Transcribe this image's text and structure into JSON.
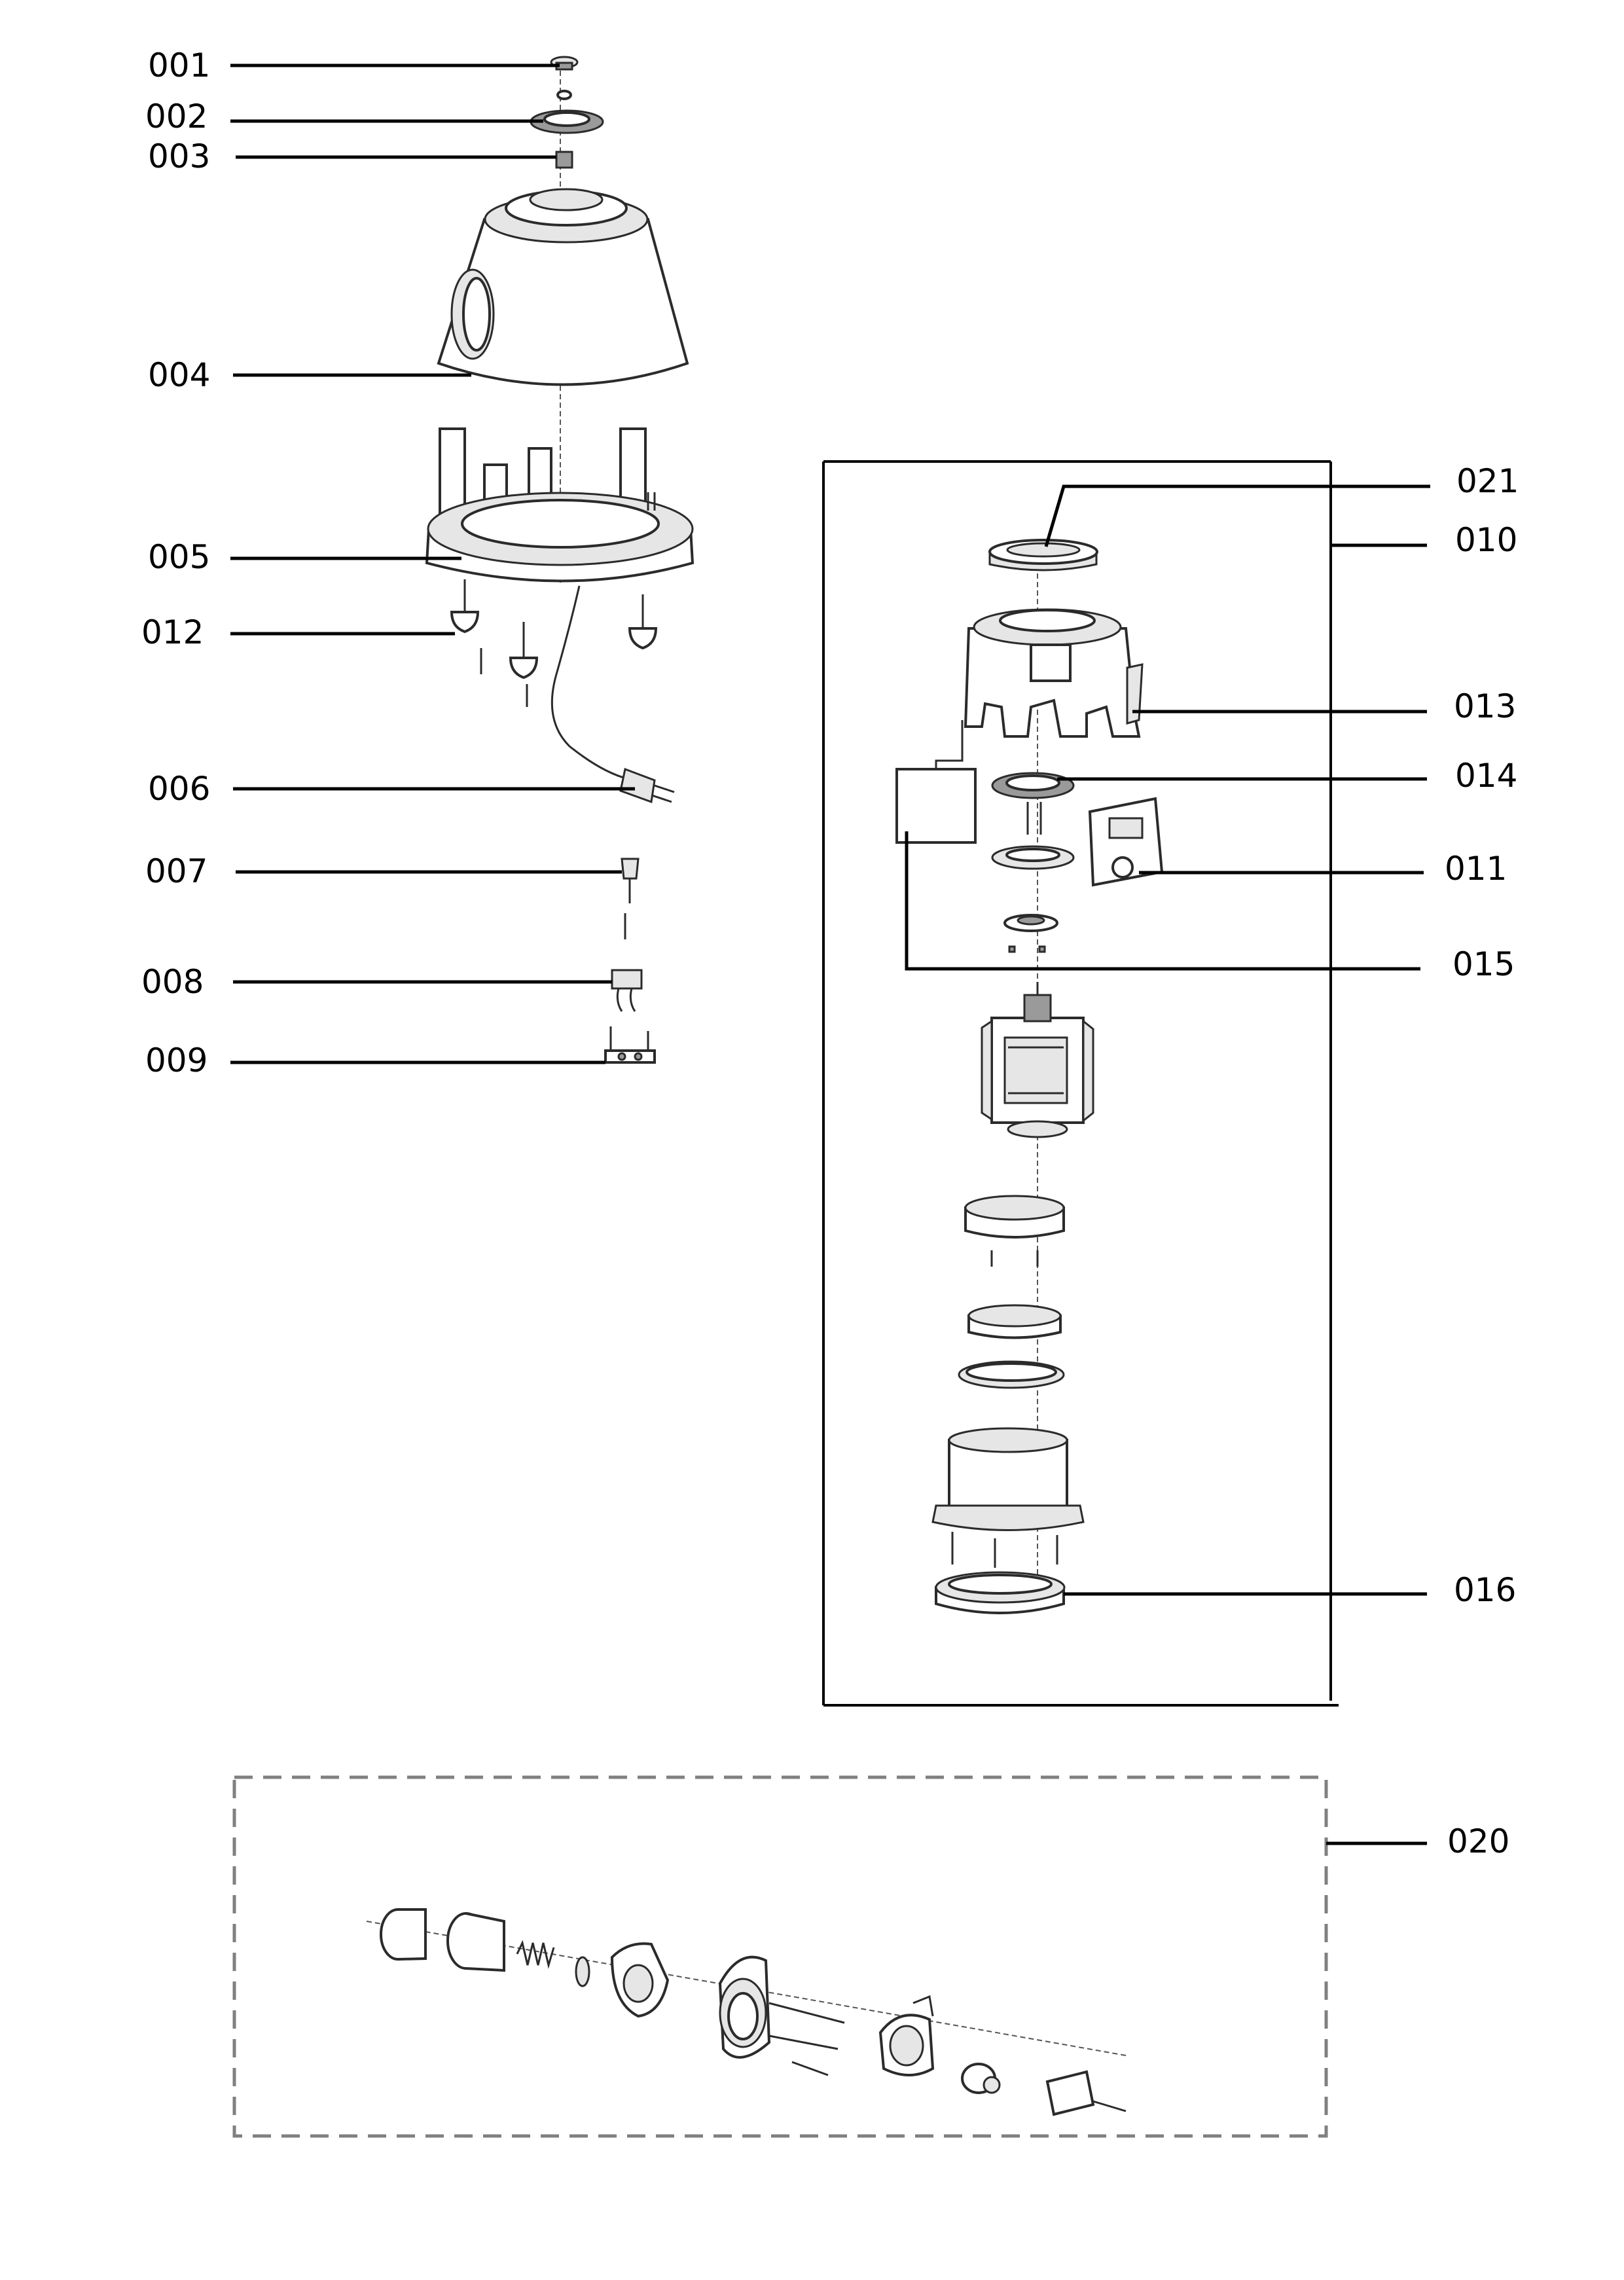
{
  "callouts": {
    "c001": "001",
    "c002": "002",
    "c003": "003",
    "c004": "004",
    "c005": "005",
    "c012": "012",
    "c006": "006",
    "c007": "007",
    "c008": "008",
    "c009": "009",
    "c021": "021",
    "c010": "010",
    "c013": "013",
    "c014": "014",
    "c011": "011",
    "c015": "015",
    "c016": "016",
    "c020": "020"
  }
}
